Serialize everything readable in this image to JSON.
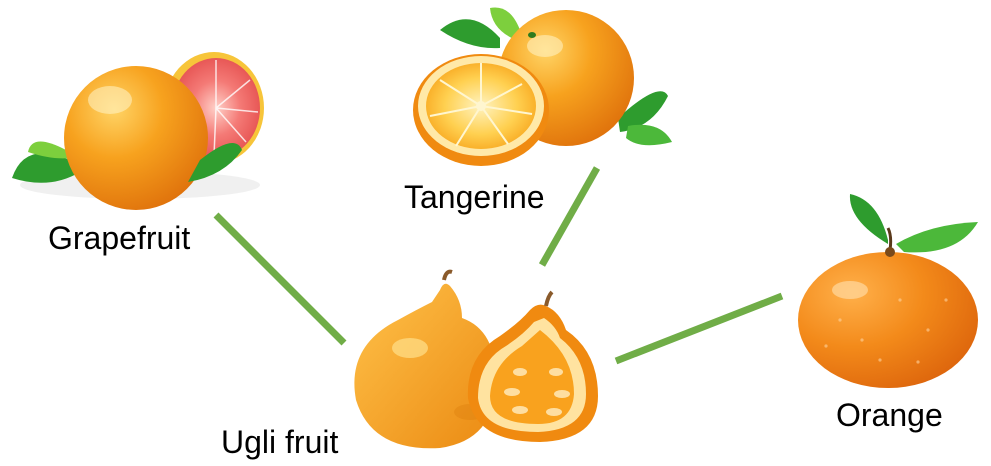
{
  "labels": {
    "grapefruit": "Grapefruit",
    "tangerine": "Tangerine",
    "ugli_fruit": "Ugli fruit",
    "orange": "Orange"
  },
  "colors": {
    "connector": "#70ad47",
    "orange_dark": "#e8780c",
    "orange_mid": "#f5961e",
    "orange_light": "#ffc04a",
    "pulp": "#ffd36a",
    "grapefruit_flesh": "#f06a6a",
    "leaf": "#2e9c2e",
    "leaf_light": "#7dcf3d",
    "stem": "#8a5a2b"
  },
  "icons": [
    "grapefruit-icon",
    "tangerine-icon",
    "ugli-fruit-icon",
    "orange-icon"
  ]
}
